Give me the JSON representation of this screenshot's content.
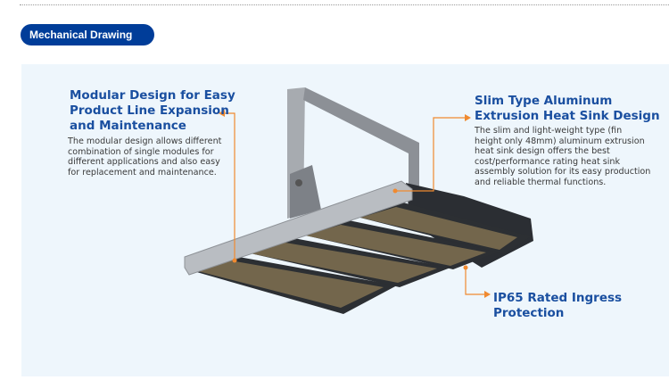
{
  "section_button": "Mechanical Drawing",
  "callouts": {
    "modular": {
      "title": [
        "Modular Design for Easy",
        "Product Line Expansion",
        "and Maintenance"
      ],
      "body": [
        "The modular design allows different",
        "combination of single modules for",
        "different applications and also easy",
        "for replacement and maintenance."
      ]
    },
    "slim": {
      "title": [
        "Slim Type Aluminum",
        "Extrusion Heat Sink Design"
      ],
      "body": [
        "The slim and light-weight type (fin",
        "height only 48mm) aluminum extrusion",
        "heat sink design offers the best",
        "cost/performance rating heat sink",
        "assembly solution for its easy production",
        "and reliable thermal functions."
      ]
    },
    "ip65": {
      "title": [
        "IP65 Rated Ingress",
        "Protection"
      ]
    }
  },
  "colors": {
    "accent": "#003d99",
    "title": "#1a4fa0",
    "callout_line": "#f08a30",
    "panel": "#eef6fc"
  }
}
